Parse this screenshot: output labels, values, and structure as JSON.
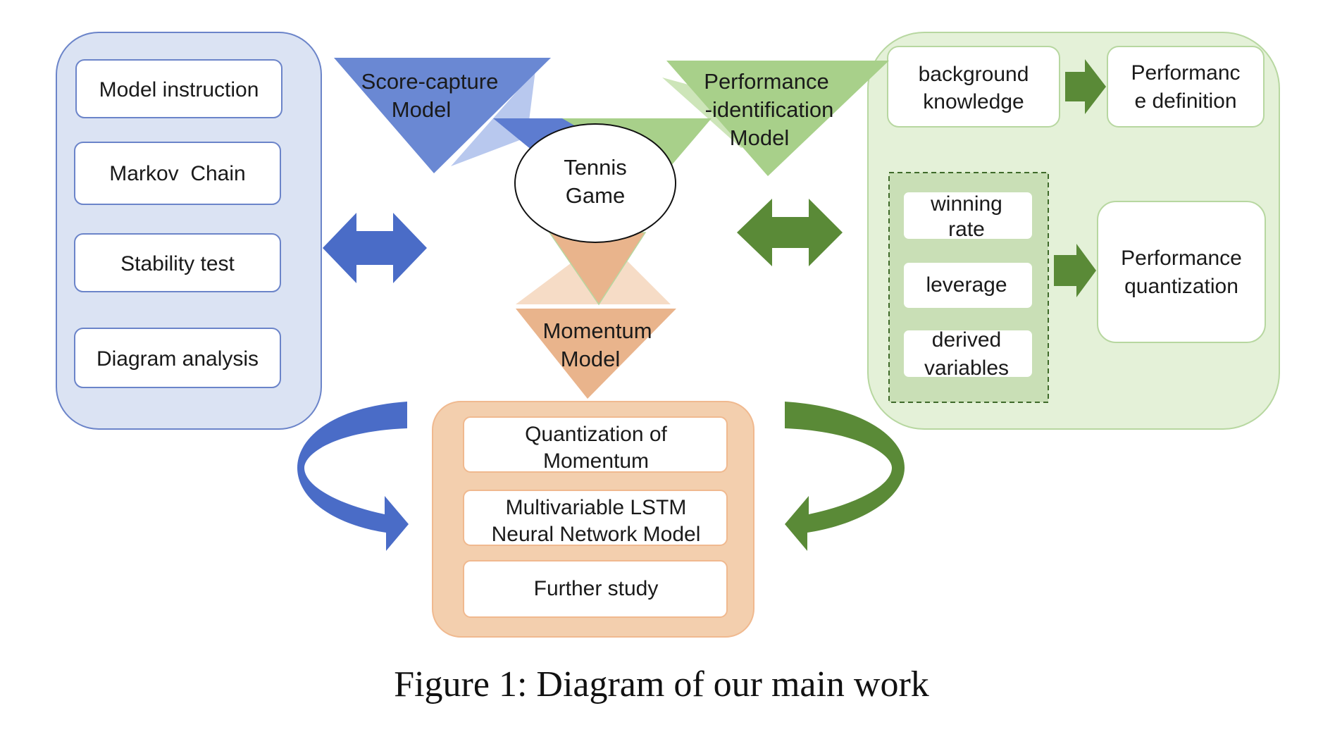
{
  "colors": {
    "blue_fill": "#dbe3f3",
    "blue_stroke": "#6b84c9",
    "blue_dark": "#4a6cc7",
    "blue_mid": "#6a88d3",
    "blue_light": "#9db3e4",
    "green_fill": "#e4f1d8",
    "green_stroke": "#b7d7a0",
    "green_dark": "#5a8a37",
    "green_mid": "#a8d08a",
    "green_light": "#cde5b9",
    "green_dashed_fill": "#c9dfb6",
    "orange_fill": "#f3cfae",
    "orange_stroke": "#f0b98f",
    "orange_dark": "#e9b48c",
    "orange_light": "#f6dcc6"
  },
  "left_panel": {
    "items": [
      "Model instruction",
      "Markov  Chain",
      "Stability test",
      "Diagram analysis"
    ]
  },
  "center": {
    "score_model": [
      "Score-capture",
      "Model"
    ],
    "performance_model": [
      "Performance",
      "-identification",
      "Model"
    ],
    "tennis": [
      "Tennis",
      "Game"
    ],
    "momentum_model": [
      "Momentum",
      "Model"
    ]
  },
  "bottom_panel": {
    "items": [
      [
        "Quantization of",
        "Momentum"
      ],
      [
        "Multivariable LSTM",
        "Neural Network Model"
      ],
      [
        "Further study"
      ]
    ]
  },
  "right_panel": {
    "background": [
      "background",
      "knowledge"
    ],
    "definition": [
      "Performanc",
      "e definition"
    ],
    "winning_rate": [
      "winning",
      "rate"
    ],
    "leverage": [
      "leverage"
    ],
    "derived": [
      "derived",
      "variables"
    ],
    "quantization": [
      "Performance",
      "quantization"
    ]
  },
  "caption": "Figure 1: Diagram of our main work",
  "icons": [
    "double-arrow-icon",
    "curved-arrow-icon",
    "right-arrow-icon"
  ]
}
